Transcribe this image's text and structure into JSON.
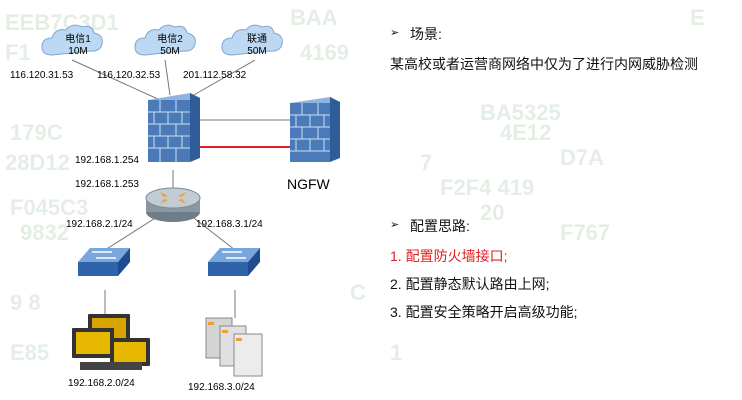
{
  "clouds": [
    {
      "name": "电信1",
      "bw": "10M"
    },
    {
      "name": "电信2",
      "bw": "50M"
    },
    {
      "name": "联通",
      "bw": "50M"
    }
  ],
  "wan_ips": [
    "116.120.31.53",
    "116.120.32.53",
    "201.112.58.32"
  ],
  "fw_ip": "192.168.1.254",
  "router_ip": "192.168.1.253",
  "ngfw_label": "NGFW",
  "router_ports": [
    "192.168.2.1/24",
    "192.168.3.1/24"
  ],
  "subnets": [
    "192.168.2.0/24",
    "192.168.3.0/24"
  ],
  "scene": {
    "title": "场景:",
    "desc": "某高校或者运营商网络中仅为了进行内网威胁检测"
  },
  "plan": {
    "title": "配置思路:",
    "steps": [
      {
        "num": "1.",
        "text": "配置防火墙接口;",
        "highlight": true
      },
      {
        "num": "2.",
        "text": "配置静态默认路由上网;",
        "highlight": false
      },
      {
        "num": "3.",
        "text": "配置安全策略开启高级功能;",
        "highlight": false
      }
    ]
  },
  "colors": {
    "red_line": "#e02020",
    "highlight": "#e02020",
    "firewall": "#4a7ab8",
    "cloud": "#bcd8f2"
  }
}
